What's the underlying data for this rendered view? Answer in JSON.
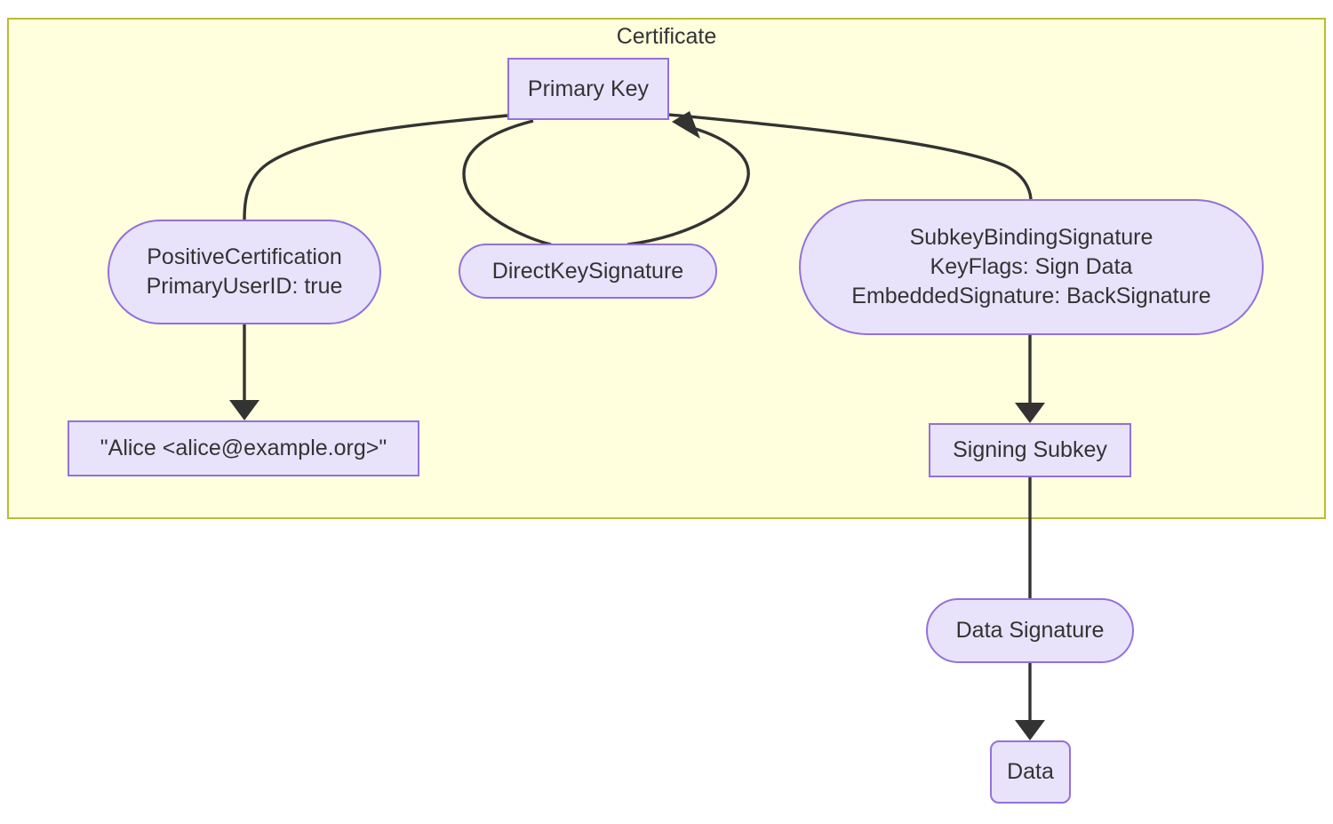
{
  "diagram": {
    "type": "flowchart",
    "direction": "top-down",
    "background_color": "#ffffff",
    "subgraph": {
      "title": "Certificate",
      "fill_color": "#ffffdd",
      "border_color": "#bbbb33"
    },
    "node_style": {
      "fill_color": "#e8e3fb",
      "border_color": "#9370db",
      "text_color": "#333333"
    },
    "edge_style": {
      "line_color": "#333333",
      "arrow_color": "#333333"
    },
    "nodes": [
      {
        "id": "primary-key",
        "label": "Primary Key",
        "shape": "rect",
        "in_subgraph": true
      },
      {
        "id": "positive-cert",
        "label": "PositiveCertification\nPrimaryUserID: true",
        "shape": "stadium",
        "in_subgraph": true
      },
      {
        "id": "direct-key-sig",
        "label": "DirectKeySignature",
        "shape": "stadium",
        "in_subgraph": true
      },
      {
        "id": "subkey-binding",
        "label": "SubkeyBindingSignature\nKeyFlags: Sign Data\nEmbeddedSignature: BackSignature",
        "shape": "stadium",
        "in_subgraph": true
      },
      {
        "id": "userid",
        "label": "\"Alice <alice@example.org>\"",
        "shape": "rect",
        "in_subgraph": true
      },
      {
        "id": "signing-subkey",
        "label": "Signing Subkey",
        "shape": "rect",
        "in_subgraph": true
      },
      {
        "id": "data-signature",
        "label": "Data Signature",
        "shape": "stadium",
        "in_subgraph": false
      },
      {
        "id": "data",
        "label": "Data",
        "shape": "round-rect",
        "in_subgraph": false
      }
    ],
    "edges": [
      {
        "from": "primary-key",
        "to": "positive-cert",
        "arrow": false
      },
      {
        "from": "primary-key",
        "to": "direct-key-sig",
        "arrow": false
      },
      {
        "from": "direct-key-sig",
        "to": "primary-key",
        "arrow": true
      },
      {
        "from": "primary-key",
        "to": "subkey-binding",
        "arrow": false
      },
      {
        "from": "positive-cert",
        "to": "userid",
        "arrow": true
      },
      {
        "from": "subkey-binding",
        "to": "signing-subkey",
        "arrow": true
      },
      {
        "from": "signing-subkey",
        "to": "data-signature",
        "arrow": false
      },
      {
        "from": "data-signature",
        "to": "data",
        "arrow": true
      }
    ]
  }
}
